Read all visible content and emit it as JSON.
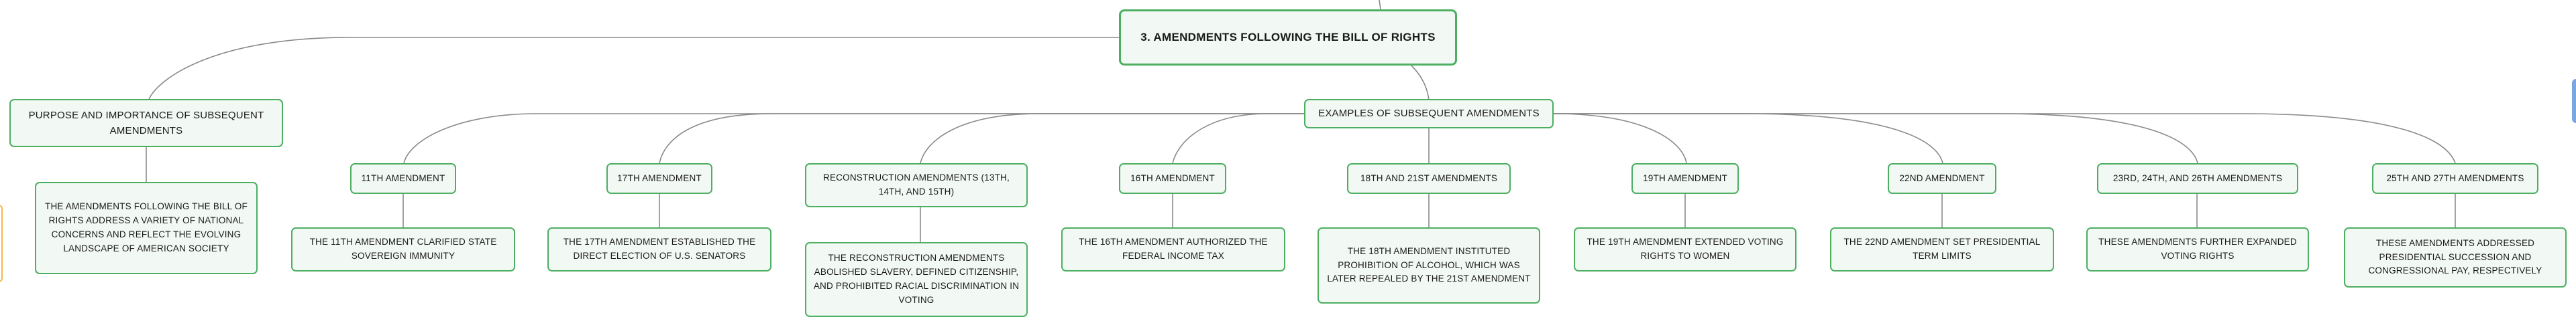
{
  "mindmap": {
    "root": "3. AMENDMENTS FOLLOWING THE BILL OF RIGHTS",
    "purpose": {
      "title": "PURPOSE AND IMPORTANCE OF SUBSEQUENT AMENDMENTS",
      "detail": "THE AMENDMENTS FOLLOWING THE BILL OF RIGHTS ADDRESS A VARIETY OF NATIONAL CONCERNS AND REFLECT THE EVOLVING LANDSCAPE OF AMERICAN SOCIETY"
    },
    "examples": {
      "title": "EXAMPLES OF SUBSEQUENT AMENDMENTS",
      "items": [
        {
          "title": "11TH AMENDMENT",
          "detail": "THE 11TH AMENDMENT CLARIFIED STATE SOVEREIGN IMMUNITY"
        },
        {
          "title": "17TH AMENDMENT",
          "detail": "THE 17TH AMENDMENT ESTABLISHED THE DIRECT ELECTION OF U.S. SENATORS"
        },
        {
          "title": "RECONSTRUCTION AMENDMENTS (13TH, 14TH, AND 15TH)",
          "detail": "THE RECONSTRUCTION AMENDMENTS ABOLISHED SLAVERY, DEFINED CITIZENSHIP, AND PROHIBITED RACIAL DISCRIMINATION IN VOTING"
        },
        {
          "title": "16TH AMENDMENT",
          "detail": "THE 16TH AMENDMENT AUTHORIZED THE FEDERAL INCOME TAX"
        },
        {
          "title": "18TH AND 21ST AMENDMENTS",
          "detail": "THE 18TH AMENDMENT INSTITUTED PROHIBITION OF ALCOHOL, WHICH WAS LATER REPEALED BY THE 21ST AMENDMENT"
        },
        {
          "title": "19TH AMENDMENT",
          "detail": "THE 19TH AMENDMENT EXTENDED VOTING RIGHTS TO WOMEN"
        },
        {
          "title": "22ND AMENDMENT",
          "detail": "THE 22ND AMENDMENT SET PRESIDENTIAL TERM LIMITS"
        },
        {
          "title": "23RD, 24TH, AND 26TH AMENDMENTS",
          "detail": "THESE AMENDMENTS FURTHER EXPANDED VOTING RIGHTS"
        },
        {
          "title": "25TH AND 27TH AMENDMENTS",
          "detail": "THESE AMENDMENTS ADDRESSED PRESIDENTIAL SUCCESSION AND CONGRESSIONAL PAY, RESPECTIVELY"
        }
      ]
    }
  },
  "colors": {
    "node_border": "#4caf62",
    "node_fill": "#f2f8f3",
    "connector": "#8a8a8a",
    "left_tab": "#f5b74b",
    "right_tab": "#7aa7e0"
  }
}
